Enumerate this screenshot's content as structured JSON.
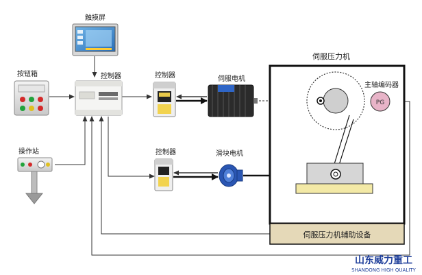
{
  "labels": {
    "touchscreen": "触摸屏",
    "button_box": "按钮箱",
    "main_controller": "控制器",
    "servo_driver": "控制器",
    "servo_motor": "伺服电机",
    "operator_station": "操作站",
    "slider_driver": "控制器",
    "slider_motor": "滑块电机",
    "press": "伺服压力机",
    "encoder": "主轴编码器",
    "pg": "PG",
    "aux_equipment": "伺服压力机辅助设备"
  },
  "brand": {
    "name": "山东威力重工",
    "subtitle": "SHANDONG HIGH QUALITY"
  },
  "colors": {
    "line": "#333333",
    "frame": "#111111",
    "aux_fill": "#e5d9b8",
    "pg_fill": "#e8b4c8",
    "bed_fill": "#f3e9a6",
    "slide_fill": "#d6d6d6",
    "flywheel_fill": "#cfcfcf",
    "brand_blue": "#1f3f9a"
  }
}
